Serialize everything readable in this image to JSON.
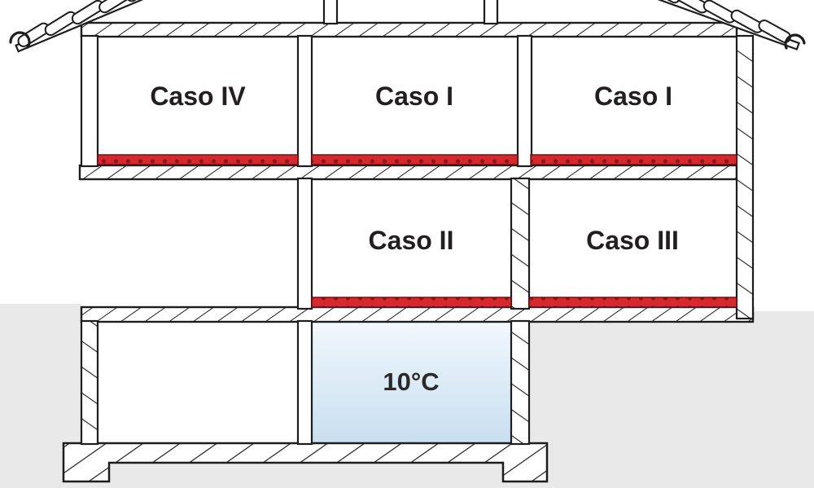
{
  "diagram": {
    "type": "building-cross-section",
    "rooms": {
      "caso_iv": "Caso IV",
      "caso_i_left": "Caso I",
      "caso_i_right": "Caso I",
      "caso_ii": "Caso II",
      "caso_iii": "Caso III"
    },
    "basement": {
      "temperature": "10°C"
    },
    "colors": {
      "ground_gray": "#e9e9e9",
      "heating_strip_red": "#d7282e",
      "heating_dot_red": "#8e1519",
      "basement_blue_top": "#f4f9fd",
      "basement_blue_bottom": "#c9def0",
      "line_black": "#1d1d1f",
      "text_black": "#231f20"
    }
  }
}
